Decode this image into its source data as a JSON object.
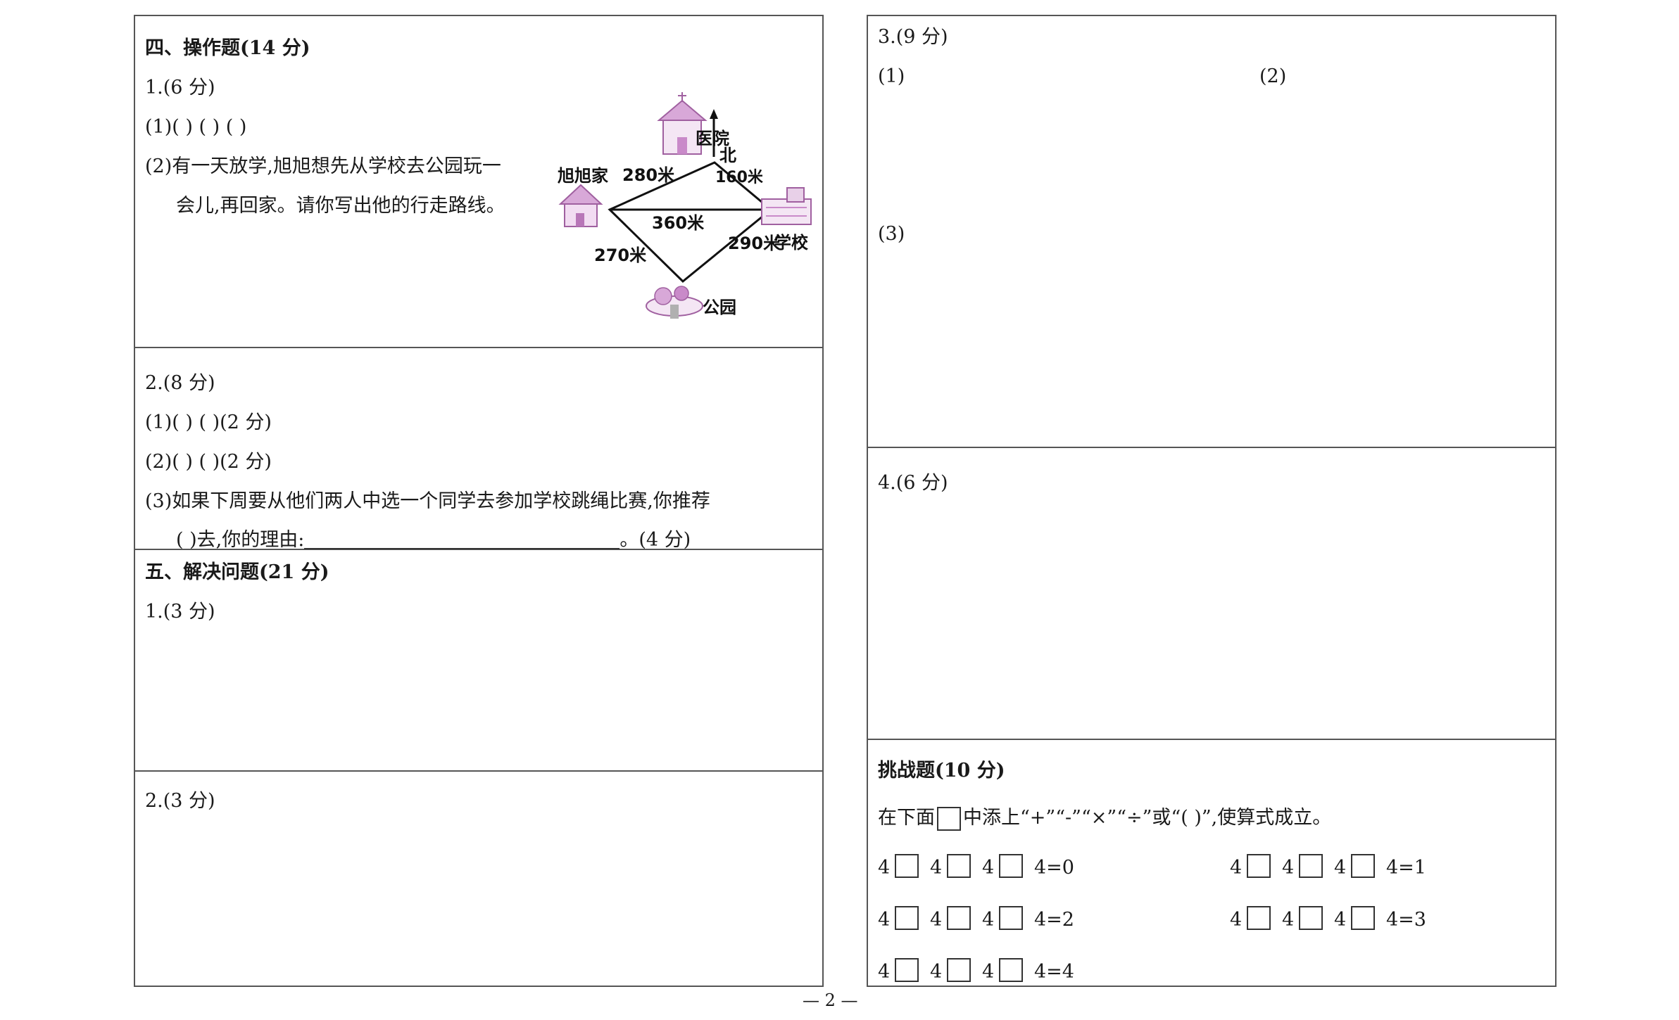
{
  "left": {
    "s4": {
      "header": "四、操作题(14 分)",
      "q1_title": "1.(6 分)",
      "q1_l1": "(1)(        )  (        )  (        )",
      "q1_l2": "(2)有一天放学,旭旭想先从学校去公园玩一",
      "q1_l3": "会儿,再回家。请你写出他的行走路线。",
      "map": {
        "hospital": "医院",
        "home": "旭旭家",
        "school": "学校",
        "park": "公园",
        "north": "北",
        "d_home_hospital": "280米",
        "d_hospital_school": "160米",
        "d_home_school": "360米",
        "d_home_park": "270米",
        "d_school_park": "290米"
      }
    },
    "q2": {
      "title": "2.(8 分)",
      "l1": "(1)(        )  (        )(2 分)",
      "l2": "(2)(        )  (        )(2 分)",
      "l3": "(3)如果下周要从他们两人中选一个同学去参加学校跳绳比赛,你推荐",
      "l4a": "(          )去,你的理由:",
      "l4b": "。(4 分)"
    },
    "s5": {
      "header": "五、解决问题(21 分)",
      "q1_title": "1.(3 分)",
      "q2_title": "2.(3 分)"
    }
  },
  "right": {
    "q3": {
      "title": "3.(9 分)",
      "p1": "(1)",
      "p2": "(2)",
      "p3": "(3)"
    },
    "q4": {
      "title": "4.(6 分)"
    },
    "challenge": {
      "header": "挑战题(10 分)",
      "inst_a": "在下面",
      "inst_b": "中添上“+”“-”“×”“÷”或“(     )”,使算式成立。",
      "num": "4",
      "eq": [
        "4=0",
        "4=1",
        "4=2",
        "4=3",
        "4=4"
      ]
    }
  },
  "page_number": "— 2 —"
}
